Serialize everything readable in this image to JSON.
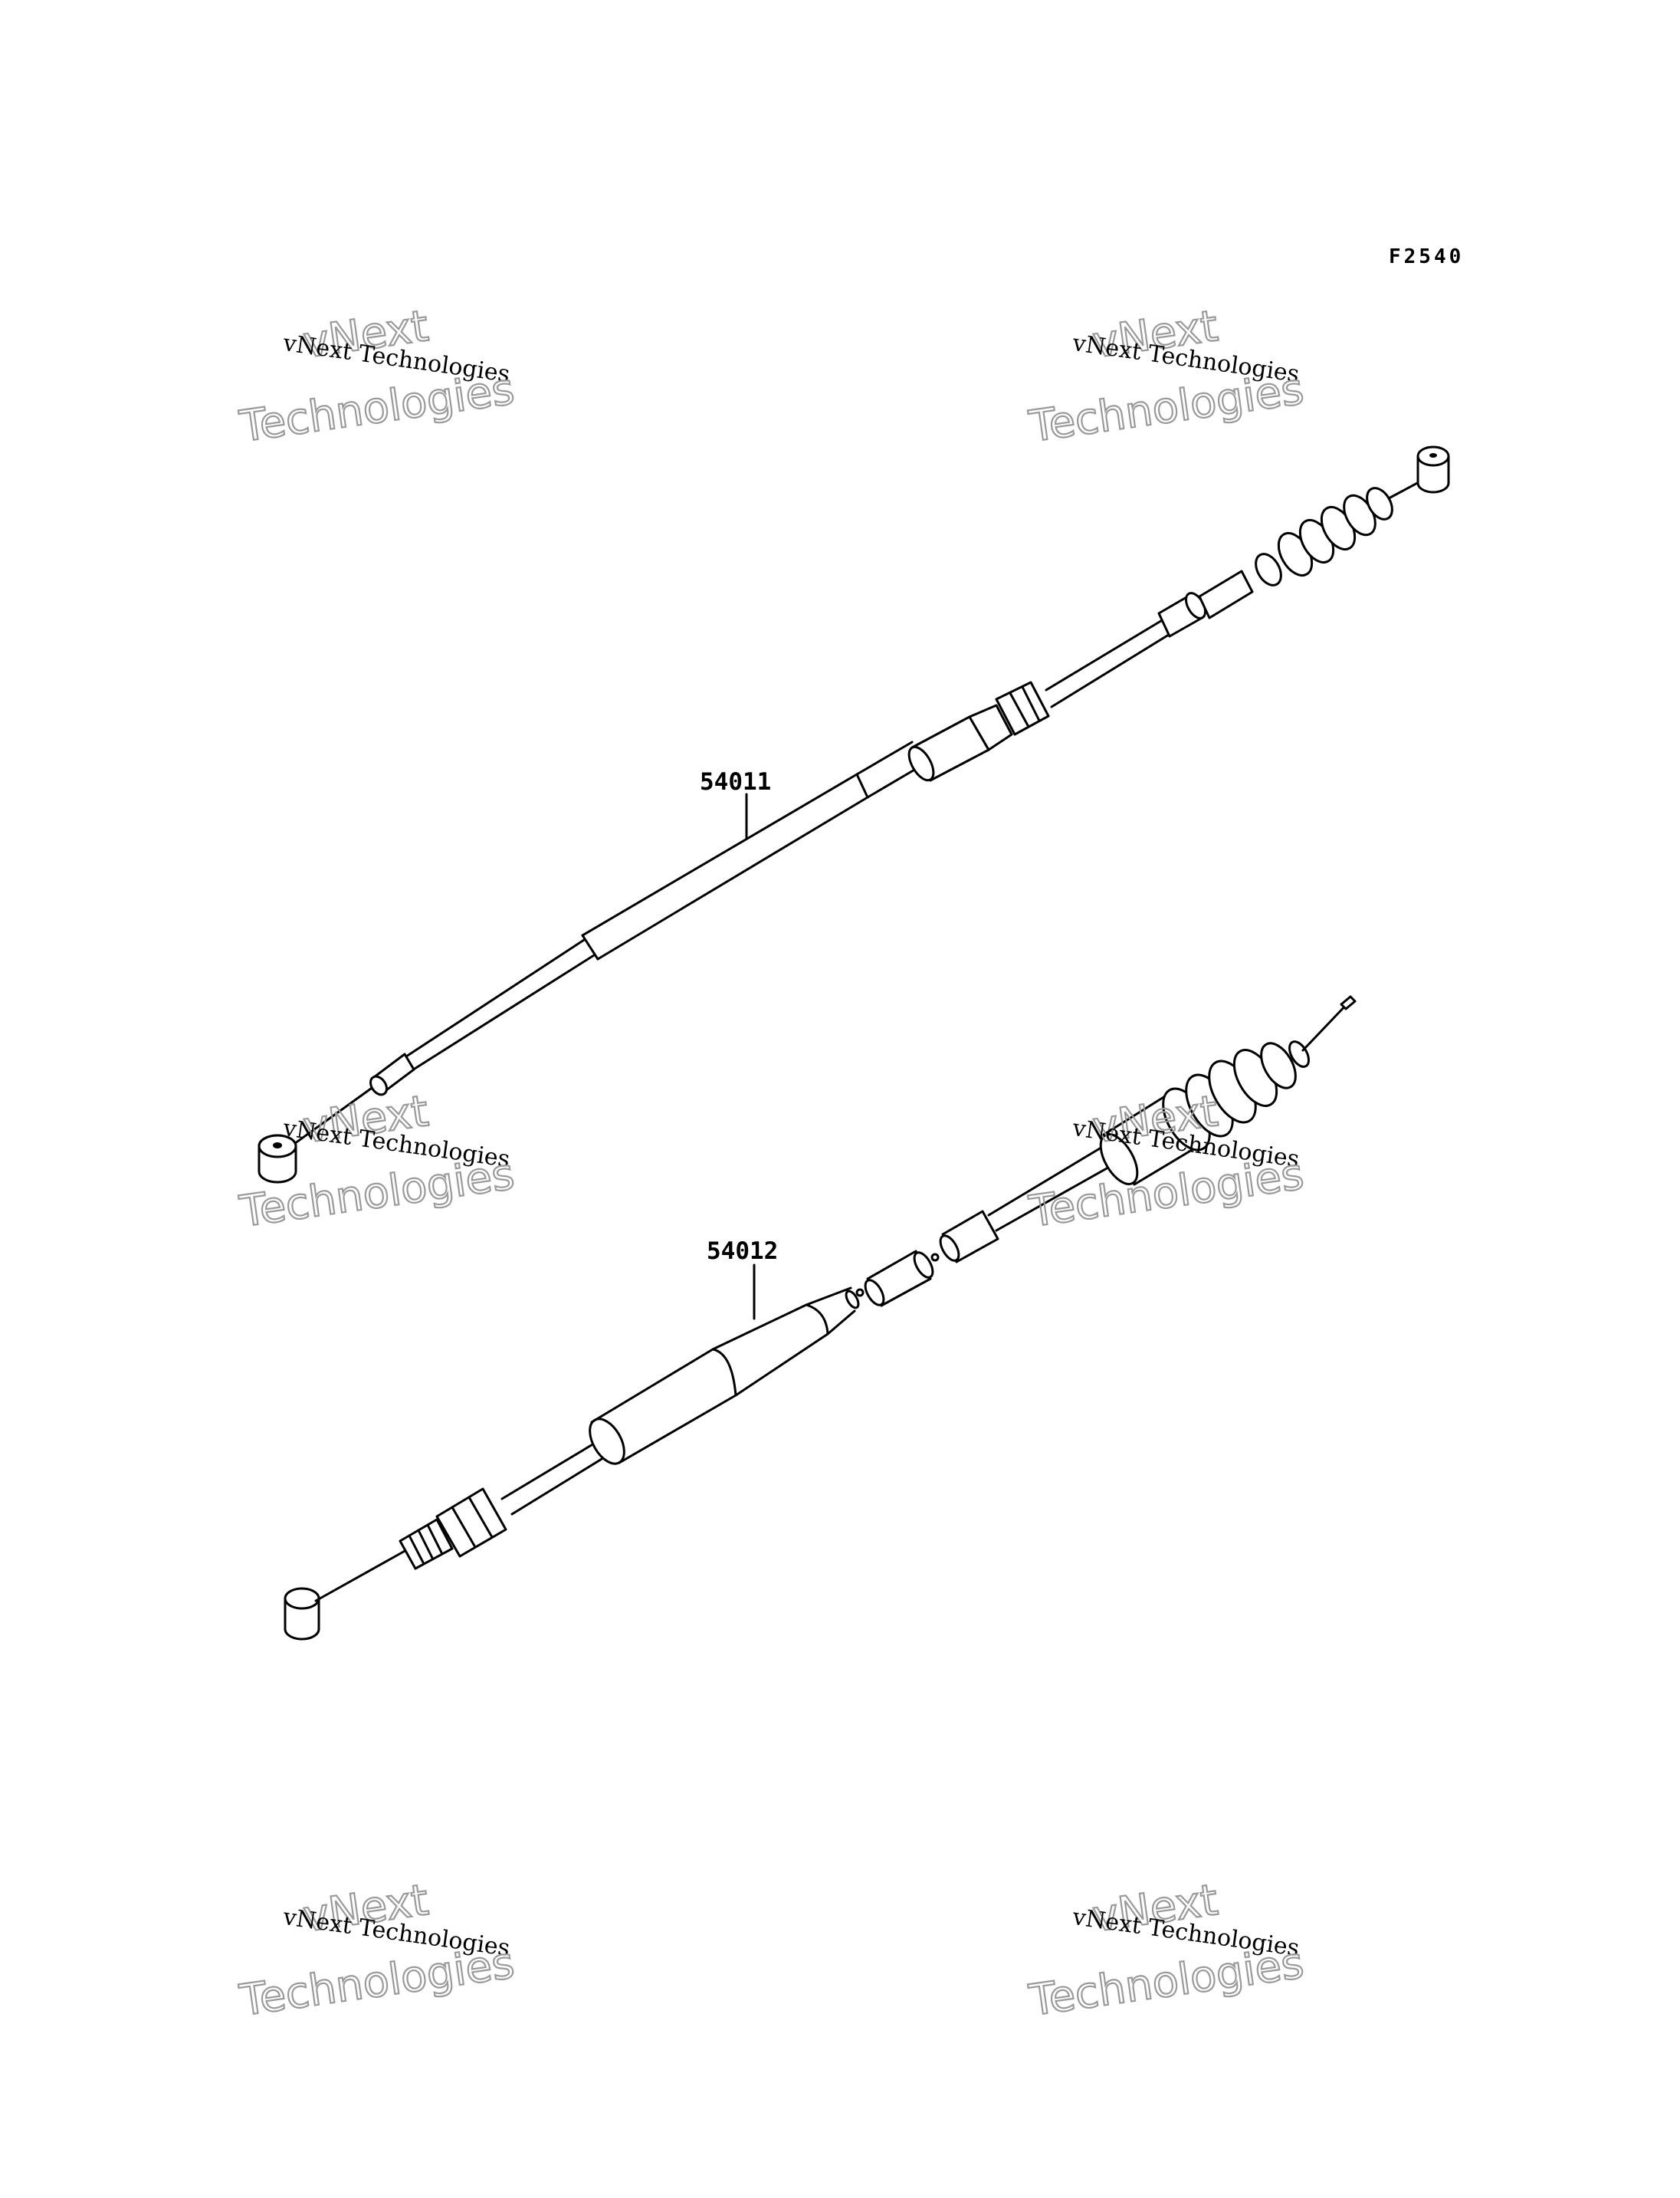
{
  "diagram": {
    "figure_code": "F2540",
    "parts": [
      {
        "id": "upper-cable",
        "number": "54011"
      },
      {
        "id": "lower-cable",
        "number": "54012"
      }
    ]
  },
  "watermark": {
    "line_small": "vNext Technologies",
    "line_big_1": "vNext",
    "line_big_2": "Technologies"
  }
}
